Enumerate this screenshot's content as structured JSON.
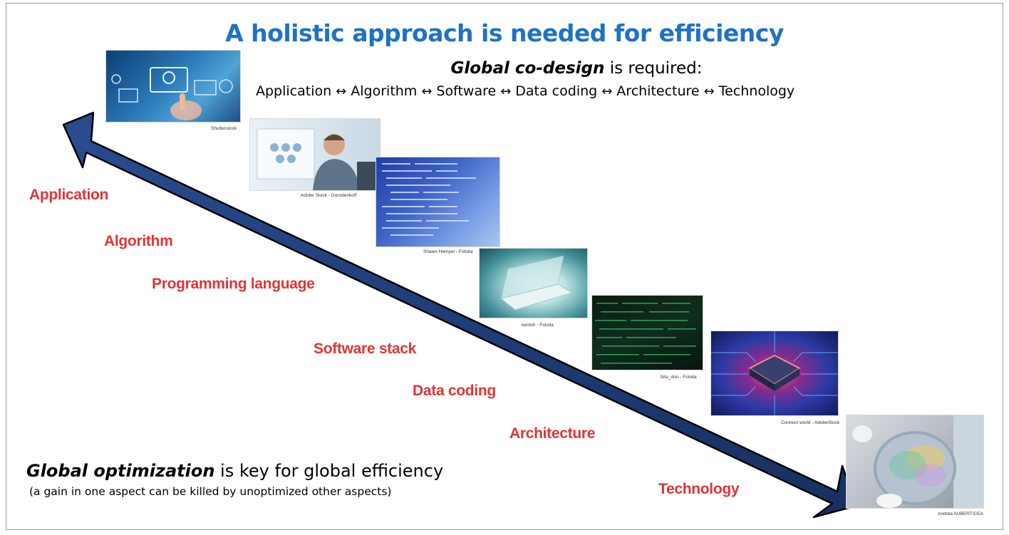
{
  "title": "A holistic approach is needed for efficiency",
  "subtitle": {
    "emphasis": "Global co-design",
    "rest": " is required:"
  },
  "chain": [
    "Application",
    "Algorithm",
    "Software",
    "Data coding",
    "Architecture",
    "Technology"
  ],
  "chain_separator": "↔",
  "levels": [
    "Application",
    "Algorithm",
    "Programming language",
    "Software stack",
    "Data coding",
    "Architecture",
    "Technology"
  ],
  "photo_credits": [
    "Shutterstock",
    "Adobe Stock - Gorodenkoff",
    "Shawn Hempel - Fotolia",
    "kentoh - Fotolia",
    "foto_don - Fotolia",
    "Connect world - AdobeStock",
    "Andréa AUBERT/CEA"
  ],
  "bottom": {
    "emphasis": "Global optimization",
    "rest": " is key for global efficiency",
    "note": "(a gain in one aspect can be killed by unoptimized other aspects)"
  },
  "colors": {
    "title": "#1f72c4",
    "level_labels": "#e23434",
    "arrow": "#1f3d78"
  },
  "icons": [
    "double-headed-arrow-icon"
  ]
}
